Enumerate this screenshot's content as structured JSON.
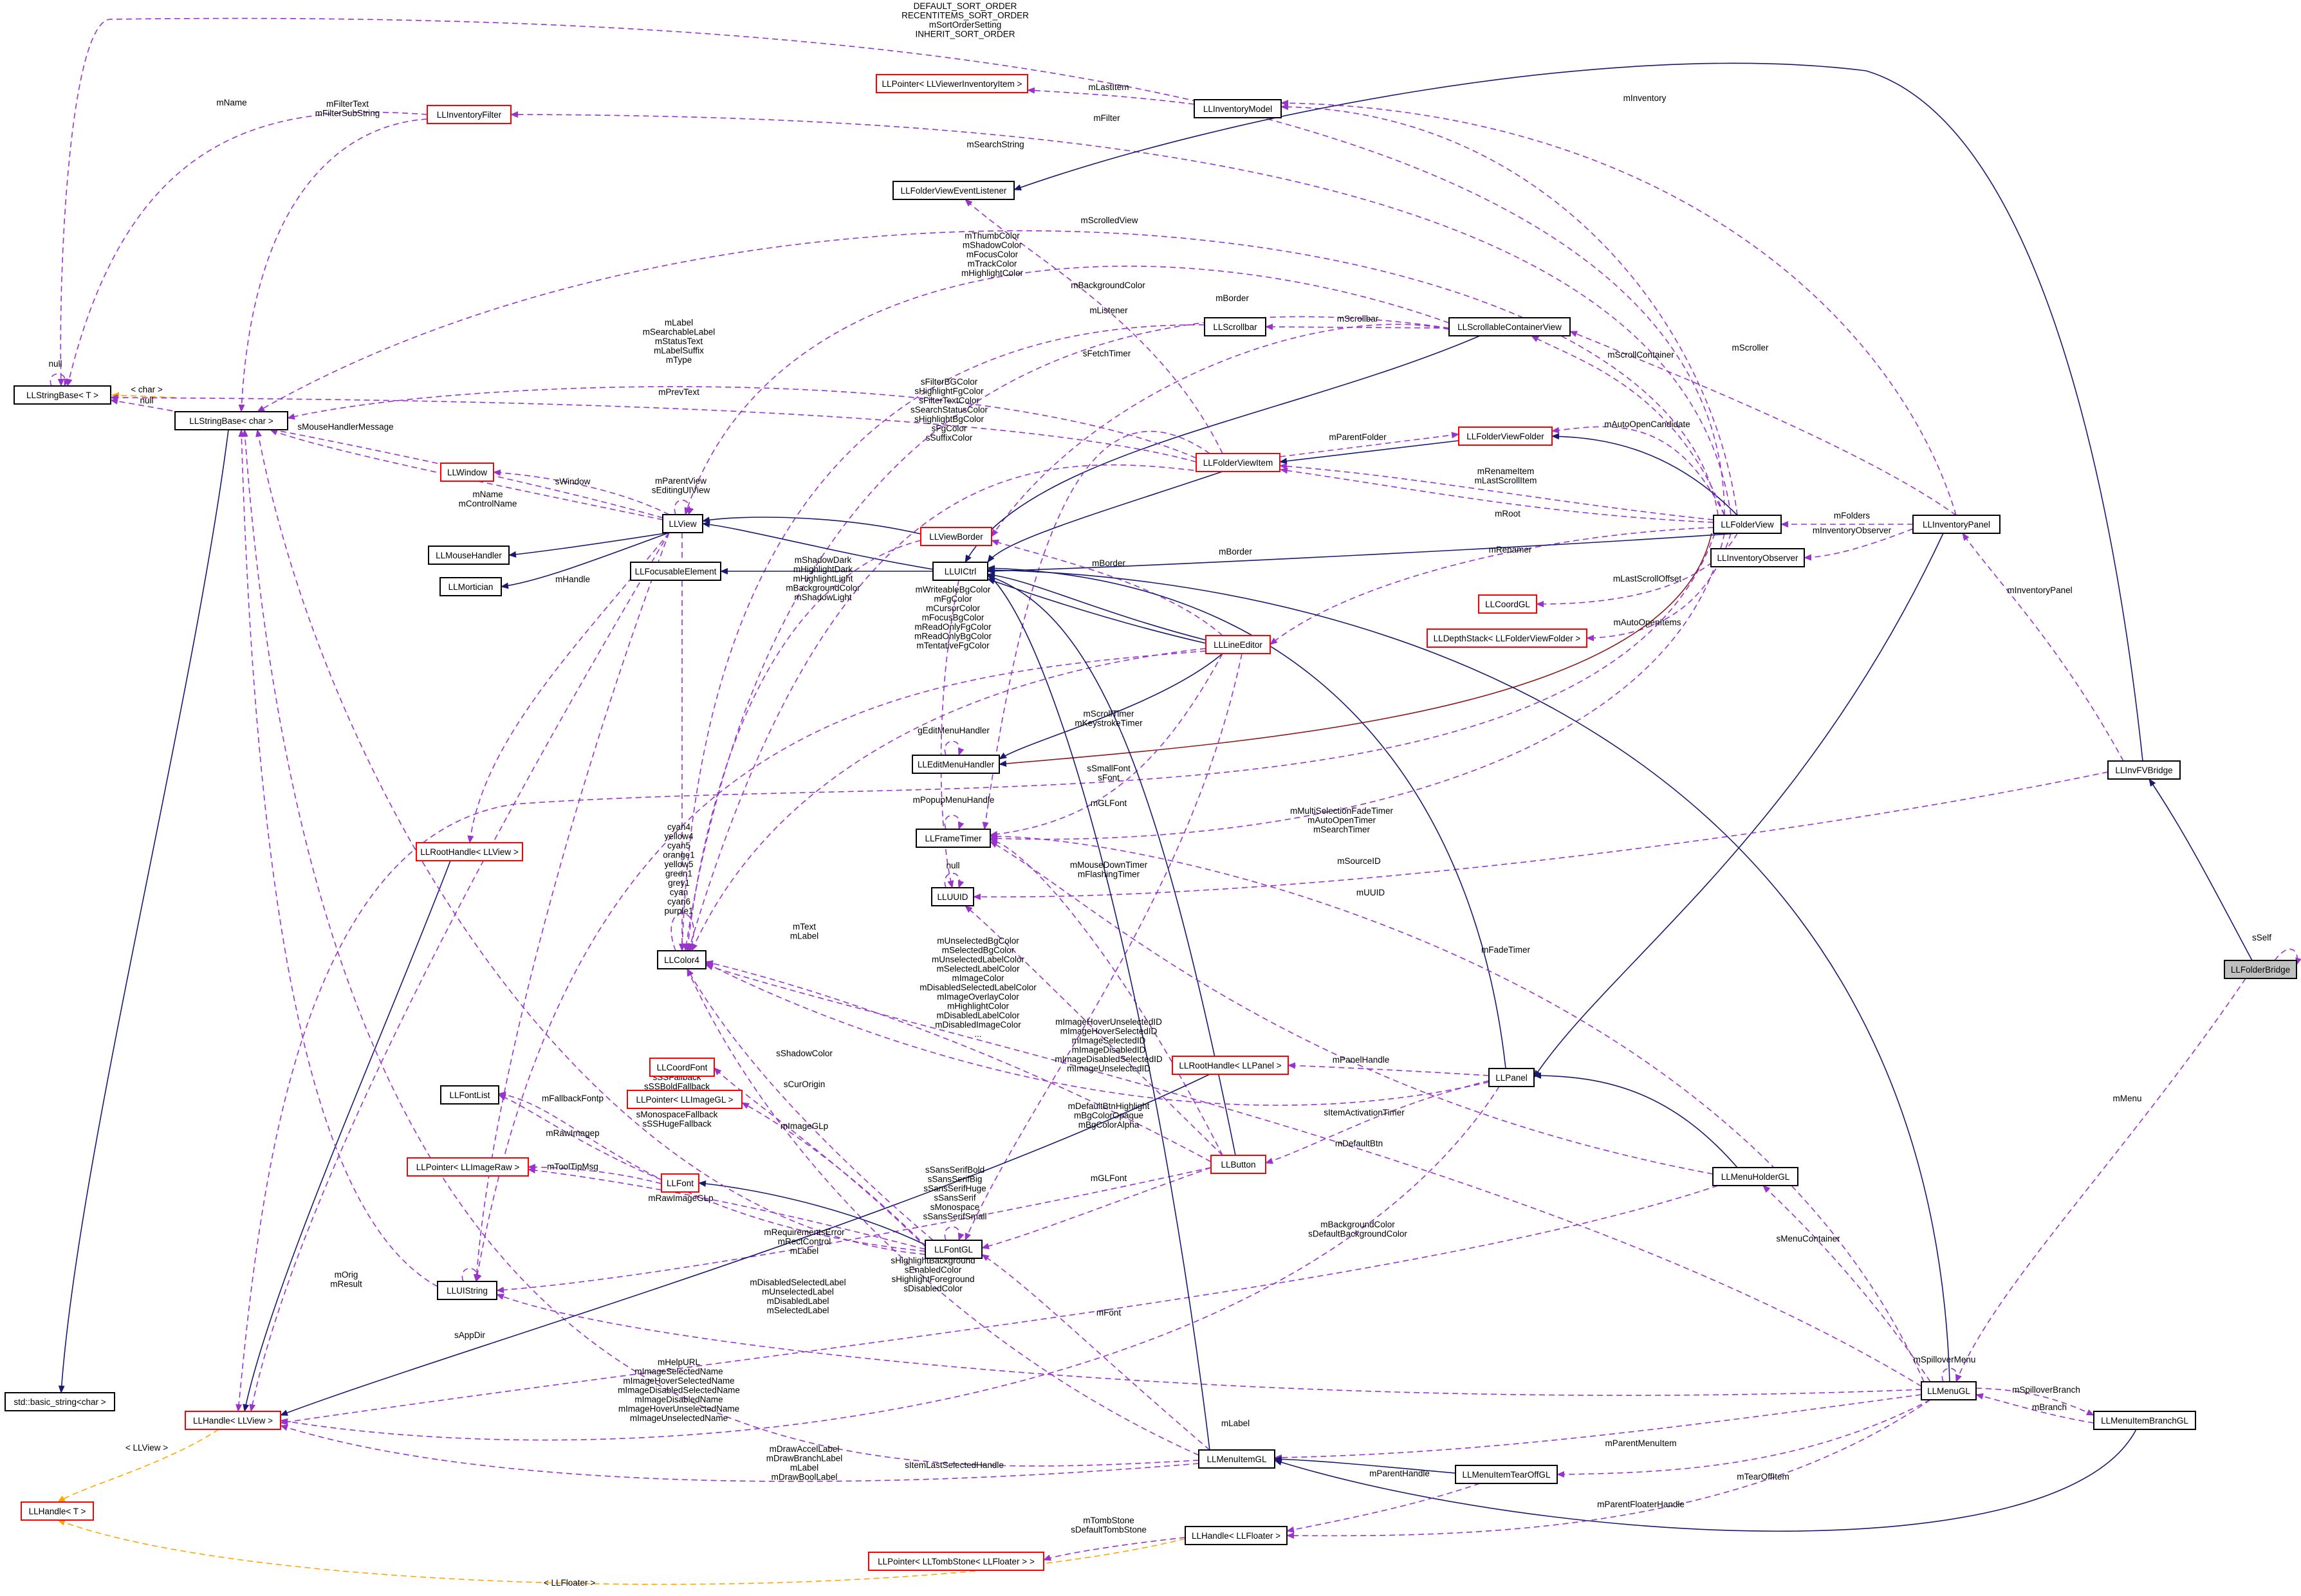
{
  "colors": {
    "uses": "#9a32cd",
    "inherit": "#191970",
    "template": "#ffa500",
    "red_border": "#ff0000",
    "focus_fill": "#bfbfbf"
  },
  "nodes": [
    {
      "id": "LLStringBaseT",
      "label": "LLStringBase< T >",
      "red": false
    },
    {
      "id": "LLStringBaseChar",
      "label": "LLStringBase< char >",
      "red": false
    },
    {
      "id": "stdBasicString",
      "label": "std::basic_string<char >",
      "red": false
    },
    {
      "id": "LLInventoryFilter",
      "label": "LLInventoryFilter",
      "red": true
    },
    {
      "id": "LLPointerViewerInvItem",
      "label": "LLPointer< LLViewerInventoryItem >",
      "red": true
    },
    {
      "id": "LLInventoryModel",
      "label": "LLInventoryModel",
      "red": false
    },
    {
      "id": "LLFolderViewEventListener",
      "label": "LLFolderViewEventListener",
      "red": false
    },
    {
      "id": "LLScrollbar",
      "label": "LLScrollbar",
      "red": false
    },
    {
      "id": "LLScrollableContainerView",
      "label": "LLScrollableContainerView",
      "red": false
    },
    {
      "id": "LLFolderViewFolder",
      "label": "LLFolderViewFolder",
      "red": true
    },
    {
      "id": "LLFolderViewItem",
      "label": "LLFolderViewItem",
      "red": true
    },
    {
      "id": "LLFolderView",
      "label": "LLFolderView",
      "red": false
    },
    {
      "id": "LLInventoryPanel",
      "label": "LLInventoryPanel",
      "red": false
    },
    {
      "id": "LLInventoryObserver",
      "label": "LLInventoryObserver",
      "red": false
    },
    {
      "id": "LLCoordGL",
      "label": "LLCoordGL",
      "red": true
    },
    {
      "id": "LLDepthStack",
      "label": "LLDepthStack< LLFolderViewFolder >",
      "red": true
    },
    {
      "id": "LLWindow",
      "label": "LLWindow",
      "red": true
    },
    {
      "id": "LLView",
      "label": "LLView",
      "red": false
    },
    {
      "id": "LLMouseHandler",
      "label": "LLMouseHandler",
      "red": false
    },
    {
      "id": "LLMortician",
      "label": "LLMortician",
      "red": false
    },
    {
      "id": "LLViewBorder",
      "label": "LLViewBorder",
      "red": true
    },
    {
      "id": "LLFocusableElement",
      "label": "LLFocusableElement",
      "red": false
    },
    {
      "id": "LLUICtrl",
      "label": "LLUICtrl",
      "red": false
    },
    {
      "id": "LLLineEditor",
      "label": "LLLineEditor",
      "red": true
    },
    {
      "id": "LLEditMenuHandler",
      "label": "LLEditMenuHandler",
      "red": false
    },
    {
      "id": "LLRootHandleView",
      "label": "LLRootHandle< LLView >",
      "red": true
    },
    {
      "id": "LLFrameTimer",
      "label": "LLFrameTimer",
      "red": false
    },
    {
      "id": "LLUUID",
      "label": "LLUUID",
      "red": false
    },
    {
      "id": "LLColor4",
      "label": "LLColor4",
      "red": false
    },
    {
      "id": "LLInvFVBridge",
      "label": "LLInvFVBridge",
      "red": false
    },
    {
      "id": "LLFolderBridge",
      "label": "LLFolderBridge",
      "red": false,
      "focus": true
    },
    {
      "id": "LLCoordFont",
      "label": "LLCoordFont",
      "red": true
    },
    {
      "id": "LLPointerImageGL",
      "label": "LLPointer< LLImageGL >",
      "red": true
    },
    {
      "id": "LLFontList",
      "label": "LLFontList",
      "red": false
    },
    {
      "id": "LLPointerImageRaw",
      "label": "LLPointer< LLImageRaw >",
      "red": true
    },
    {
      "id": "LLFont",
      "label": "LLFont",
      "red": true
    },
    {
      "id": "LLFontGL",
      "label": "LLFontGL",
      "red": false
    },
    {
      "id": "LLUIString",
      "label": "LLUIString",
      "red": false
    },
    {
      "id": "LLRootHandlePanel",
      "label": "LLRootHandle< LLPanel >",
      "red": true
    },
    {
      "id": "LLPanel",
      "label": "LLPanel",
      "red": false
    },
    {
      "id": "LLButton",
      "label": "LLButton",
      "red": true
    },
    {
      "id": "LLMenuHolderGL",
      "label": "LLMenuHolderGL",
      "red": false
    },
    {
      "id": "LLHandleView",
      "label": "LLHandle< LLView >",
      "red": true
    },
    {
      "id": "LLHandleT",
      "label": "LLHandle< T >",
      "red": true
    },
    {
      "id": "LLMenuGL",
      "label": "LLMenuGL",
      "red": false
    },
    {
      "id": "LLMenuItemBranchGL",
      "label": "LLMenuItemBranchGL",
      "red": false
    },
    {
      "id": "LLMenuItemGL",
      "label": "LLMenuItemGL",
      "red": false
    },
    {
      "id": "LLMenuItemTearOffGL",
      "label": "LLMenuItemTearOffGL",
      "red": false
    },
    {
      "id": "LLHandleFloater",
      "label": "LLHandle< LLFloater >",
      "red": false
    },
    {
      "id": "LLPointerTombStone",
      "label": "LLPointer< LLTombStone< LLFloater > >",
      "red": true
    }
  ],
  "edge_labels": [
    {
      "id": "sort",
      "lines": [
        "DEFAULT_SORT_ORDER",
        "RECENTITEMS_SORT_ORDER",
        "mSortOrderSetting",
        "INHERIT_SORT_ORDER"
      ]
    },
    {
      "id": "mName",
      "lines": [
        "mName"
      ]
    },
    {
      "id": "mFilterText",
      "lines": [
        "mFilterText",
        "mFilterSubString"
      ]
    },
    {
      "id": "mLastItem",
      "lines": [
        "mLastItem"
      ]
    },
    {
      "id": "mInventory",
      "lines": [
        "mInventory"
      ]
    },
    {
      "id": "mFilter",
      "lines": [
        "mFilter"
      ]
    },
    {
      "id": "mSearchString",
      "lines": [
        "mSearchString"
      ]
    },
    {
      "id": "mScrolledView",
      "lines": [
        "mScrolledView"
      ]
    },
    {
      "id": "thumb",
      "lines": [
        "mThumbColor",
        "mShadowColor",
        "mFocusColor",
        "mTrackColor",
        "mHighlightColor"
      ]
    },
    {
      "id": "mBackgroundColor",
      "lines": [
        "mBackgroundColor"
      ]
    },
    {
      "id": "mBorder1",
      "lines": [
        "mBorder"
      ]
    },
    {
      "id": "mListener",
      "lines": [
        "mListener"
      ]
    },
    {
      "id": "mScrollbar",
      "lines": [
        "mScrollbar"
      ]
    },
    {
      "id": "mLabelGroup",
      "lines": [
        "mLabel",
        "mSearchableLabel",
        "mStatusText",
        "mLabelSuffix",
        "mType"
      ]
    },
    {
      "id": "sFetchTimer",
      "lines": [
        "sFetchTimer"
      ]
    },
    {
      "id": "mPrevText",
      "lines": [
        "mPrevText"
      ]
    },
    {
      "id": "charT",
      "lines": [
        "< char >"
      ]
    },
    {
      "id": "nullA",
      "lines": [
        "null"
      ]
    },
    {
      "id": "nullB",
      "lines": [
        "null"
      ]
    },
    {
      "id": "mScrollContainer",
      "lines": [
        "mScrollContainer"
      ]
    },
    {
      "id": "mScroller",
      "lines": [
        "mScroller"
      ]
    },
    {
      "id": "sFilter",
      "lines": [
        "sFilterBGColor",
        "sHighlightFgColor",
        "sFilterTextColor",
        "sSearchStatusColor",
        "sHighlightBgColor",
        "sFgColor",
        "sSuffixColor"
      ]
    },
    {
      "id": "mAutoOpenCandidate",
      "lines": [
        "mAutoOpenCandidate"
      ]
    },
    {
      "id": "mParentFolder",
      "lines": [
        "mParentFolder"
      ]
    },
    {
      "id": "sMouseHandlerMessage",
      "lines": [
        "sMouseHandlerMessage"
      ]
    },
    {
      "id": "mRenameItem",
      "lines": [
        "mRenameItem",
        "mLastScrollItem"
      ]
    },
    {
      "id": "sWindow",
      "lines": [
        "sWindow"
      ]
    },
    {
      "id": "mParentView",
      "lines": [
        "mParentView",
        "sEditingUIView"
      ]
    },
    {
      "id": "mNameCtrl",
      "lines": [
        "mName",
        "mControlName"
      ]
    },
    {
      "id": "mRoot",
      "lines": [
        "mRoot"
      ]
    },
    {
      "id": "mFolders",
      "lines": [
        "mFolders"
      ]
    },
    {
      "id": "mInventoryObserver",
      "lines": [
        "mInventoryObserver"
      ]
    },
    {
      "id": "mShadowDark",
      "lines": [
        "mShadowDark",
        "mHighlightDark",
        "mHighlightLight",
        "mBackgroundColor",
        "mShadowLight"
      ]
    },
    {
      "id": "mBorder2",
      "lines": [
        "mBorder"
      ]
    },
    {
      "id": "mBorder3",
      "lines": [
        "mBorder"
      ]
    },
    {
      "id": "mRenamer",
      "lines": [
        "mRenamer"
      ]
    },
    {
      "id": "mHandle",
      "lines": [
        "mHandle"
      ]
    },
    {
      "id": "mWriteable",
      "lines": [
        "mWriteableBgColor",
        "mFgColor",
        "mCursorColor",
        "mFocusBgColor",
        "mReadOnlyFgColor",
        "mReadOnlyBgColor",
        "mTentativeFgColor"
      ]
    },
    {
      "id": "mLastScrollOffset",
      "lines": [
        "mLastScrollOffset"
      ]
    },
    {
      "id": "mAutoOpenItems",
      "lines": [
        "mAutoOpenItems"
      ]
    },
    {
      "id": "mInventoryPanel",
      "lines": [
        "mInventoryPanel"
      ]
    },
    {
      "id": "gEditMenuHandler",
      "lines": [
        "gEditMenuHandler"
      ]
    },
    {
      "id": "mScrollTimer",
      "lines": [
        "mScrollTimer",
        "mKeystrokeTimer"
      ]
    },
    {
      "id": "sSmallFont",
      "lines": [
        "sSmallFont",
        "sFont"
      ]
    },
    {
      "id": "mPopupMenuHandle",
      "lines": [
        "mPopupMenuHandle"
      ]
    },
    {
      "id": "mGLFont1",
      "lines": [
        "mGLFont"
      ]
    },
    {
      "id": "colors",
      "lines": [
        "cyan4",
        "yellow4",
        "cyan5",
        "orange1",
        "yellow5",
        "green1",
        "grey1",
        "cyan",
        "cyan6",
        "purple1"
      ]
    },
    {
      "id": "mMultiSel",
      "lines": [
        "mMultiSelectionFadeTimer",
        "mAutoOpenTimer",
        "mSearchTimer"
      ]
    },
    {
      "id": "mMouseDownTimer",
      "lines": [
        "mMouseDownTimer",
        "mFlashingTimer"
      ]
    },
    {
      "id": "nullC",
      "lines": [
        "null"
      ]
    },
    {
      "id": "mSourceID",
      "lines": [
        "mSourceID"
      ]
    },
    {
      "id": "mUUID",
      "lines": [
        "mUUID"
      ]
    },
    {
      "id": "mTextLabel",
      "lines": [
        "mText",
        "mLabel"
      ]
    },
    {
      "id": "sSelf",
      "lines": [
        "sSelf"
      ]
    },
    {
      "id": "mFadeTimer",
      "lines": [
        "mFadeTimer"
      ]
    },
    {
      "id": "mUnselected",
      "lines": [
        "mUnselectedBgColor",
        "mSelectedBgColor",
        "mUnselectedLabelColor",
        "mSelectedLabelColor",
        "mImageColor",
        "mDisabledSelectedLabelColor",
        "mImageOverlayColor",
        "mHighlightColor",
        "mDisabledLabelColor",
        "mDisabledImageColor",
        "..."
      ]
    },
    {
      "id": "mImageHover",
      "lines": [
        "mImageHoverUnselectedID",
        "mImageHoverSelectedID",
        "mImageSelectedID",
        "mImageDisabledID",
        "mImageDisabledSelectedID",
        "mImageUnselectedID"
      ]
    },
    {
      "id": "mPanelHandle",
      "lines": [
        "mPanelHandle"
      ]
    },
    {
      "id": "sShadowColor",
      "lines": [
        "sShadowColor"
      ]
    },
    {
      "id": "sFallback",
      "lines": [
        "sSSFallback",
        "sSSBoldFallback",
        "sSSBigFallback",
        "sSSSmallFallback",
        "sMonospaceFallback",
        "sSSHugeFallback"
      ]
    },
    {
      "id": "sCurOrigin",
      "lines": [
        "sCurOrigin"
      ]
    },
    {
      "id": "mMenu",
      "lines": [
        "mMenu"
      ]
    },
    {
      "id": "mFallbackFontp",
      "lines": [
        "mFallbackFontp"
      ]
    },
    {
      "id": "mImageGLp",
      "lines": [
        "mImageGLp"
      ]
    },
    {
      "id": "mDefaultBtn",
      "lines": [
        "mDefaultBtnHighlight",
        "mBgColorOpaque",
        "mBgColorAlpha"
      ]
    },
    {
      "id": "sItemActivation",
      "lines": [
        "sItemActivationTimer"
      ]
    },
    {
      "id": "mRawImagep",
      "lines": [
        "mRawImagep"
      ]
    },
    {
      "id": "mDefaultBtn2",
      "lines": [
        "mDefaultBtn"
      ]
    },
    {
      "id": "sSansSerif",
      "lines": [
        "sSansSerifBold",
        "sSansSerifBig",
        "sSansSerifHuge",
        "sSansSerif",
        "sMonospace",
        "sSansSerifSmall"
      ]
    },
    {
      "id": "mToolTipMsg",
      "lines": [
        "mToolTipMsg"
      ]
    },
    {
      "id": "mGLFont2",
      "lines": [
        "mGLFont"
      ]
    },
    {
      "id": "mRawImageGLp",
      "lines": [
        "mRawImageGLp"
      ]
    },
    {
      "id": "mBackgroundColor2",
      "lines": [
        "mBackgroundColor",
        "sDefaultBackgroundColor"
      ]
    },
    {
      "id": "sMenuContainer",
      "lines": [
        "sMenuContainer"
      ]
    },
    {
      "id": "mReqErr",
      "lines": [
        "mRequirementsError",
        "mRectControl",
        "mLabel"
      ]
    },
    {
      "id": "sHighlight",
      "lines": [
        "sHighlightBackground",
        "sEnabledColor",
        "sHighlightForeground",
        "sDisabledColor"
      ]
    },
    {
      "id": "mOrig",
      "lines": [
        "mOrig",
        "mResult"
      ]
    },
    {
      "id": "mDisabledSel",
      "lines": [
        "mDisabledSelectedLabel",
        "mUnselectedLabel",
        "mDisabledLabel",
        "mSelectedLabel"
      ]
    },
    {
      "id": "mFont",
      "lines": [
        "mFont"
      ]
    },
    {
      "id": "sAppDir",
      "lines": [
        "sAppDir"
      ]
    },
    {
      "id": "mSpilloverMenu",
      "lines": [
        "mSpilloverMenu"
      ]
    },
    {
      "id": "mSpilloverBranch",
      "lines": [
        "mSpilloverBranch"
      ]
    },
    {
      "id": "mBranch",
      "lines": [
        "mBranch"
      ]
    },
    {
      "id": "mHelpURL",
      "lines": [
        "mHelpURL",
        "mImageSelectedName",
        "mImageHoverSelectedName",
        "mImageDisabledSelectedName",
        "mImageDisabledName",
        "mImageHoverUnselectedName",
        "mImageUnselectedName"
      ]
    },
    {
      "id": "mLabel2",
      "lines": [
        "mLabel"
      ]
    },
    {
      "id": "mParentMenuItem",
      "lines": [
        "mParentMenuItem"
      ]
    },
    {
      "id": "LLViewT",
      "lines": [
        "< LLView >"
      ]
    },
    {
      "id": "mDrawAccel",
      "lines": [
        "mDrawAccelLabel",
        "mDrawBranchLabel",
        "mLabel",
        "mDrawBoolLabel"
      ]
    },
    {
      "id": "sItemLast",
      "lines": [
        "sItemLastSelectedHandle"
      ]
    },
    {
      "id": "mParentHandle",
      "lines": [
        "mParentHandle"
      ]
    },
    {
      "id": "mTearOffItem",
      "lines": [
        "mTearOffItem"
      ]
    },
    {
      "id": "mTombStone",
      "lines": [
        "mTombStone",
        "sDefaultTombStone"
      ]
    },
    {
      "id": "mParentFloater",
      "lines": [
        "mParentFloaterHandle"
      ]
    },
    {
      "id": "LLFloaterT",
      "lines": [
        "< LLFloater >"
      ]
    }
  ]
}
